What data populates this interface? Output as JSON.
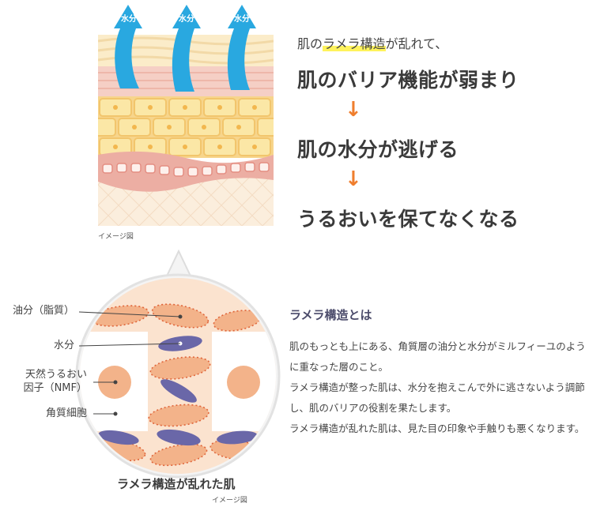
{
  "top_illustration": {
    "arrow_labels": [
      "水分",
      "水分",
      "水分"
    ],
    "caption": "イメージ図"
  },
  "flow": {
    "lead_before": "肌の",
    "lead_highlight": "ラメラ構造",
    "lead_after": "が乱れて、",
    "step1": "肌のバリア機能が弱まり",
    "arrow1": "↓",
    "step2": "肌の水分が逃げる",
    "arrow2": "↓",
    "step3": "うるおいを保てなくなる"
  },
  "bottom_illustration": {
    "labels": {
      "oil": "油分（脂質）",
      "water": "水分",
      "nmf_line1": "天然うるおい",
      "nmf_line2": "因子（NMF）",
      "cell": "角質細胞"
    },
    "title": "ラメラ構造が乱れた肌",
    "caption": "イメージ図"
  },
  "explanation": {
    "title": "ラメラ構造とは",
    "lines": [
      "肌のもっとも上にある、角質層の油分と水分がミルフィーユのよう",
      "に重なった層のこと。",
      "ラメラ構造が整った肌は、水分を抱えこんで外に逃さないよう調節",
      "し、肌のバリアの役割を果たします。",
      "ラメラ構造が乱れた肌は、見た目の印象や手触りも悪くなります。"
    ]
  },
  "colors": {
    "arrow_blue": "#29a8e0",
    "flow_arrow": "#ef7e2e",
    "highlight": "#fff35c",
    "oil_orange": "#f3b38a",
    "water_purple": "#6a67a8",
    "skin_pink": "#f5cfc5",
    "cell_yellow": "#fbe7a6"
  }
}
